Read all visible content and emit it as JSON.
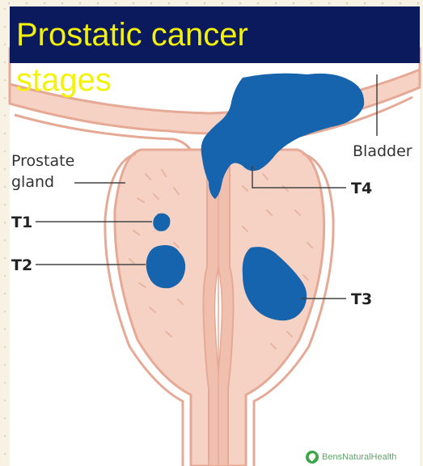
{
  "title": {
    "line1": "Prostatic cancer",
    "line2": "stages"
  },
  "labels": {
    "prostate_line1": "Prostate",
    "prostate_line2": "gland",
    "bladder": "Bladder",
    "t1": "T1",
    "t2": "T2",
    "t3": "T3",
    "t4": "T4"
  },
  "logo": {
    "text": "BensNaturalHealth"
  },
  "colors": {
    "title_bg": "#0b1a5c",
    "title_text": "#f5f20a",
    "tissue": "#f6d2c4",
    "tissue_outline": "#e6a995",
    "tumor": "#1664ae",
    "page_bg": "#f7f2e3"
  }
}
